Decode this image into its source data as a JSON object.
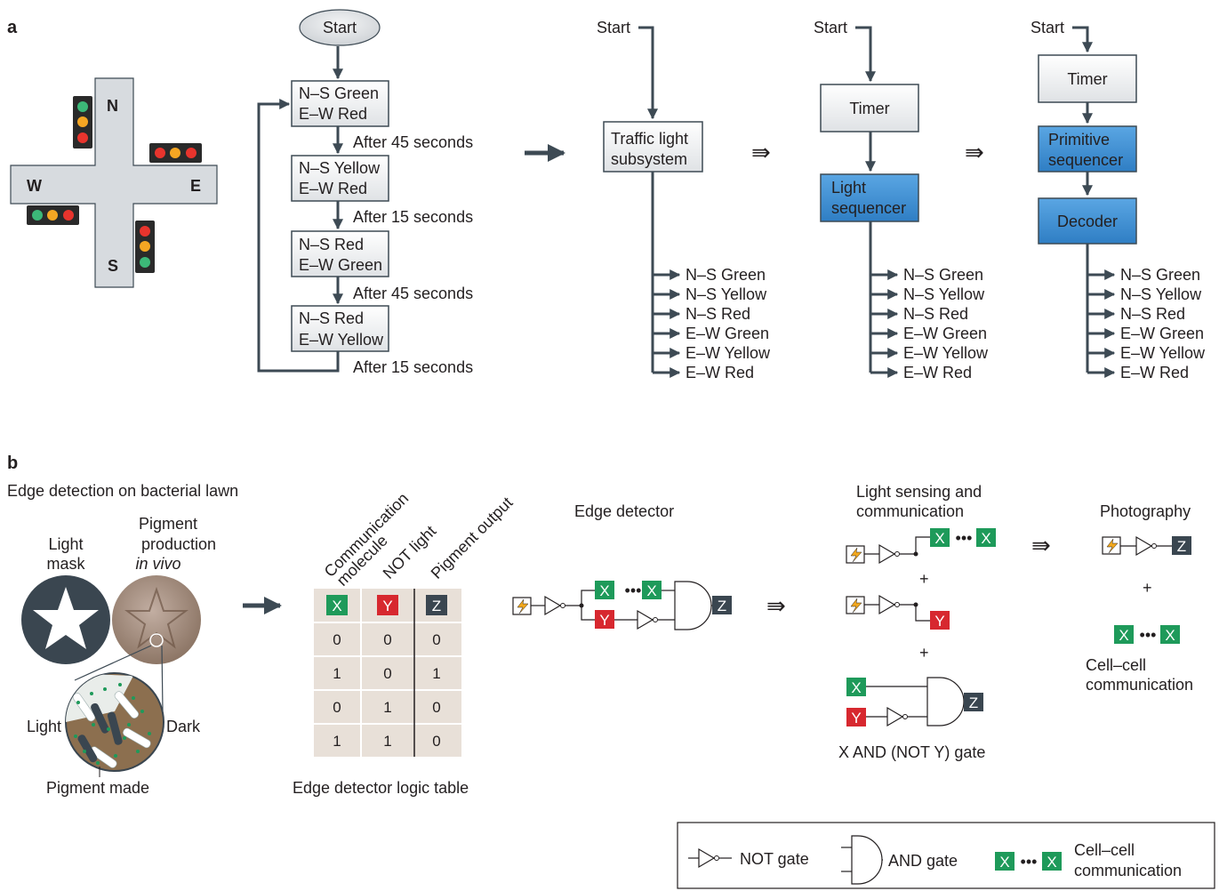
{
  "panels": {
    "a": "a",
    "b": "b"
  },
  "intersection": {
    "north": "N",
    "south": "S",
    "west": "W",
    "east": "E"
  },
  "flowchart": {
    "start": "Start",
    "states": [
      {
        "line1": "N–S Green",
        "line2": "E–W Red"
      },
      {
        "line1": "N–S Yellow",
        "line2": "E–W Red"
      },
      {
        "line1": "N–S Red",
        "line2": "E–W Green"
      },
      {
        "line1": "N–S Red",
        "line2": "E–W Yellow"
      }
    ],
    "transitions": [
      "After 45 seconds",
      "After 15 seconds",
      "After 45 seconds",
      "After 15 seconds"
    ]
  },
  "outputs": [
    "N–S Green",
    "N–S Yellow",
    "N–S Red",
    "E–W Green",
    "E–W Yellow",
    "E–W Red"
  ],
  "abstraction": {
    "start": "Start",
    "subsystem_line1": "Traffic light",
    "subsystem_line2": "subsystem",
    "timer": "Timer",
    "light_seq_line1": "Light",
    "light_seq_line2": "sequencer",
    "primitive_line1": "Primitive",
    "primitive_line2": "sequencer",
    "decoder": "Decoder"
  },
  "edge": {
    "title": "Edge detection on bacterial lawn",
    "light_mask_1": "Light",
    "light_mask_2": "mask",
    "pigment_1": "Pigment",
    "pigment_2": "production",
    "pigment_3": "in vivo",
    "light": "Light",
    "dark": "Dark",
    "pigment_made": "Pigment made"
  },
  "logic_table": {
    "headers": [
      {
        "line1": "Communication",
        "line2": "molecule"
      },
      {
        "line1": "NOT light",
        "line2": ""
      },
      {
        "line1": "Pigment output",
        "line2": ""
      }
    ],
    "symbols": [
      "X",
      "Y",
      "Z"
    ],
    "rows": [
      [
        "0",
        "0",
        "0"
      ],
      [
        "1",
        "0",
        "1"
      ],
      [
        "0",
        "1",
        "0"
      ],
      [
        "1",
        "1",
        "0"
      ]
    ],
    "caption": "Edge detector logic table"
  },
  "edge_detector": {
    "title": "Edge detector"
  },
  "light_sensing": {
    "title_1": "Light sensing and",
    "title_2": "communication",
    "plus": "+",
    "gate_caption": "X AND (NOT Y) gate"
  },
  "photography": {
    "title": "Photography",
    "plus": "+",
    "caption_1": "Cell–cell",
    "caption_2": "communication"
  },
  "legend": {
    "not_gate": "NOT gate",
    "and_gate": "AND gate",
    "cc_1": "Cell–cell",
    "cc_2": "communication"
  },
  "colors": {
    "x_green": "#1e9a5a",
    "y_red": "#d7282f",
    "z_dark": "#3a4650",
    "box_blue": "#3a8cd0",
    "arrow": "#3d4a54"
  }
}
